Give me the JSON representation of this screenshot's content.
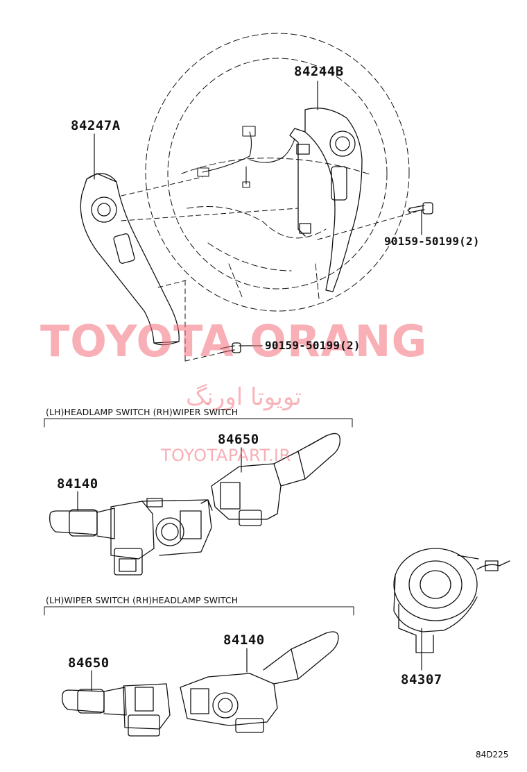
{
  "parts": {
    "horn_pad_right": "84244B",
    "horn_pad_left": "84247A",
    "screw_top": "90159-50199(2)",
    "screw_bottom": "90159-50199(2)",
    "headlamp_switch_upper": "84140",
    "wiper_switch_upper": "84650",
    "wiper_switch_lower": "84650",
    "headlamp_switch_lower": "84140",
    "spiral_cable": "84307"
  },
  "sections": {
    "upper": "(LH)HEADLAMP SWITCH  (RH)WIPER SWITCH",
    "lower": "(LH)WIPER SWITCH  (RH)HEADLAMP SWITCH"
  },
  "watermark": {
    "main": "TOYOTA ORANG",
    "persian": "تویوتا اورنگ",
    "site": "TOYOTAPART.IR",
    "color": "#f36e78"
  },
  "diagram_code": "84D225"
}
